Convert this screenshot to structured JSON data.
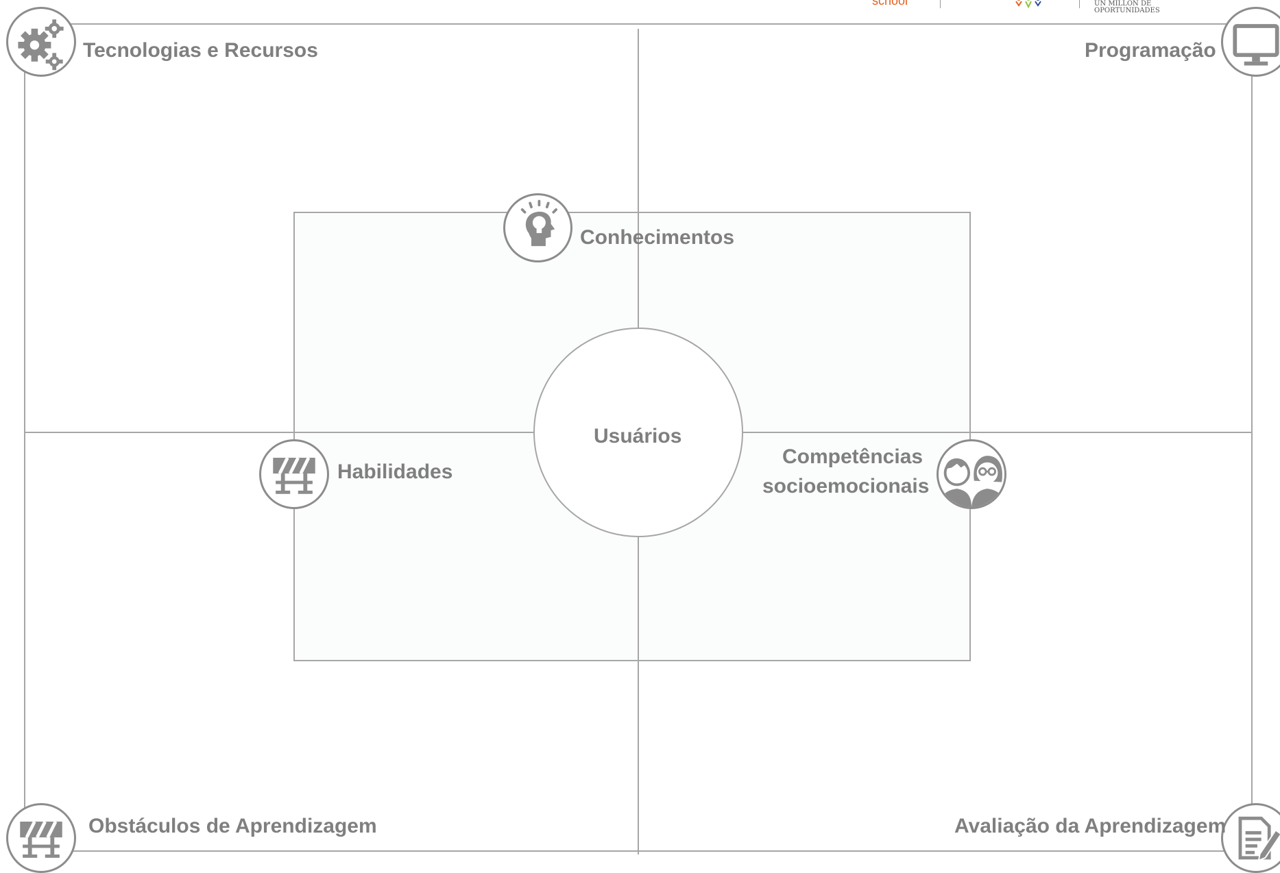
{
  "logos": {
    "school_text": "school",
    "tagline": "UN MILLÓN DE OPORTUNIDADES"
  },
  "corners": {
    "top_left": {
      "label": "Tecnologias e Recursos",
      "icon": "gears-icon"
    },
    "top_right": {
      "label": "Programação",
      "icon": "monitor-icon"
    },
    "bottom_left": {
      "label": "Obstáculos de Aprendizagem",
      "icon": "barrier-icon"
    },
    "bottom_right": {
      "label": "Avaliação da Aprendizagem",
      "icon": "document-pen-icon"
    }
  },
  "inner": {
    "top": {
      "label": "Conhecimentos",
      "icon": "lightbulb-head-icon"
    },
    "left": {
      "label": "Habilidades",
      "icon": "barrier-icon"
    },
    "right": {
      "label_line1": "Competências",
      "label_line2": "socioemocionais",
      "icon": "people-icon"
    }
  },
  "center": {
    "label": "Usuários"
  },
  "colors": {
    "lines": "#a6a6a6",
    "text": "#7f7f7f",
    "icon": "#8c8c8c",
    "inner_fill": "#fbfcfc"
  }
}
